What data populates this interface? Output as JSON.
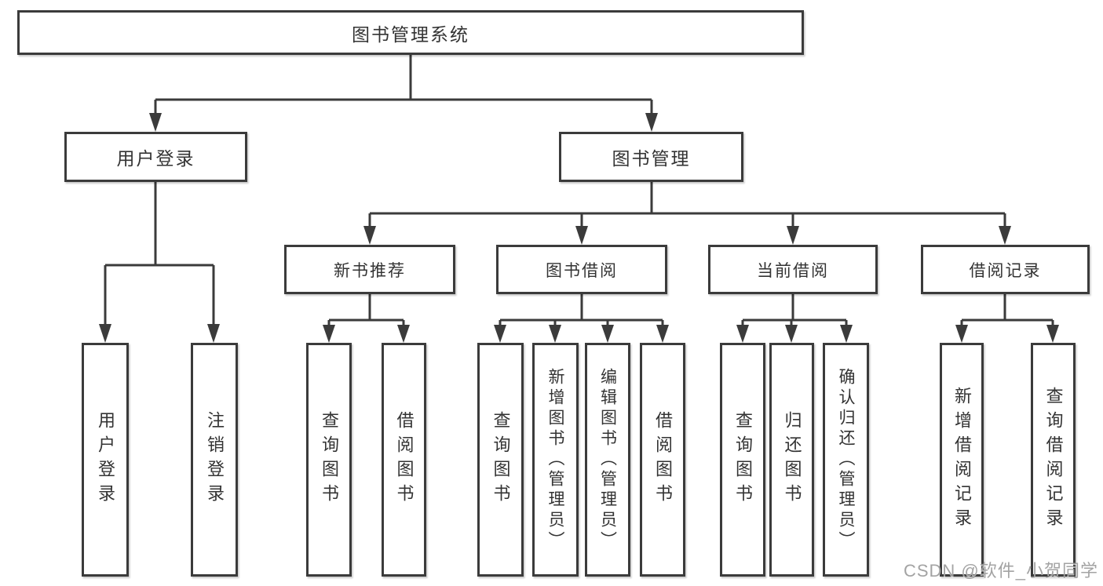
{
  "title": "图书管理系统",
  "tree": {
    "label": "图书管理系统",
    "children": [
      {
        "label": "用户登录",
        "children": [
          {
            "label": "用户登录"
          },
          {
            "label": "注销登录"
          }
        ]
      },
      {
        "label": "图书管理",
        "children": [
          {
            "label": "新书推荐",
            "children": [
              {
                "label": "查询图书"
              },
              {
                "label": "借阅图书"
              }
            ]
          },
          {
            "label": "图书借阅",
            "children": [
              {
                "label": "查询图书"
              },
              {
                "label": "新增图书（管理员）"
              },
              {
                "label": "编辑图书（管理员）"
              },
              {
                "label": "借阅图书"
              }
            ]
          },
          {
            "label": "当前借阅",
            "children": [
              {
                "label": "查询图书"
              },
              {
                "label": "归还图书"
              },
              {
                "label": "确认归还（管理员）"
              }
            ]
          },
          {
            "label": "借阅记录",
            "children": [
              {
                "label": "新增借阅记录"
              },
              {
                "label": "查询借阅记录"
              }
            ]
          }
        ]
      }
    ]
  },
  "watermark": "CSDN @软件_小贺同学",
  "colors": {
    "line": "#3b3b3b",
    "box_border": "#3b3b3b",
    "text": "#333333",
    "watermark": "#969696",
    "background": "#ffffff"
  }
}
